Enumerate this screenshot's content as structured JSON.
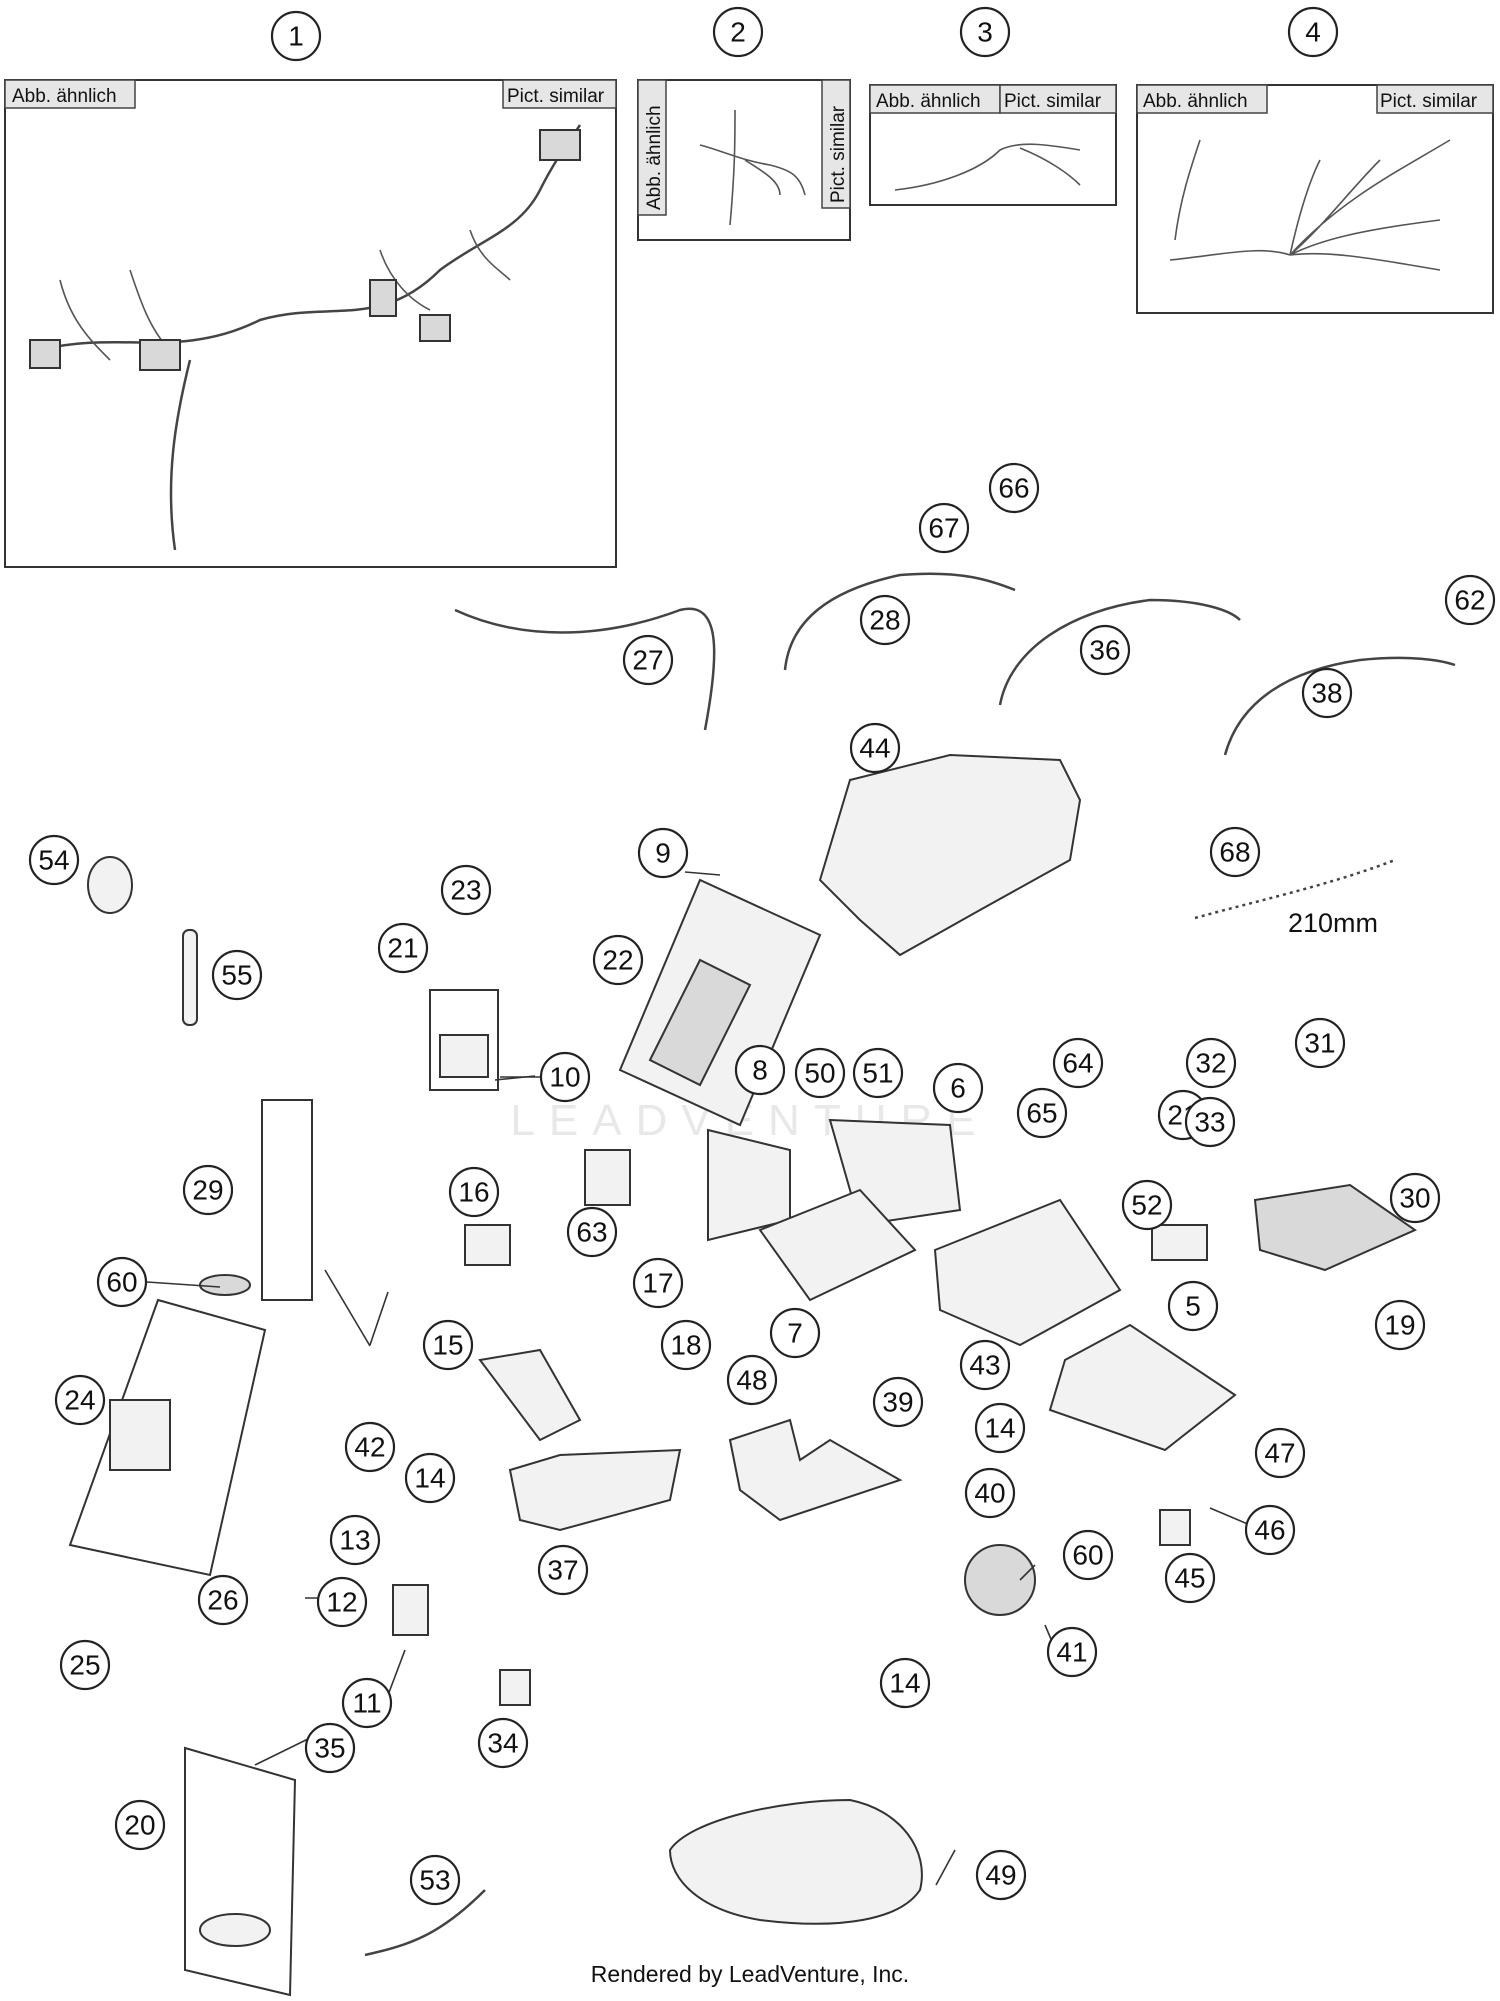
{
  "tags": {
    "abb_aehnlich": "Abb. ähnlich",
    "pict_similar": "Pict. similar"
  },
  "note_length": "210mm",
  "watermark": "LEADVENTURE",
  "footer": "Rendered by LeadVenture, Inc.",
  "callouts": [
    "1",
    "2",
    "3",
    "4",
    "5",
    "6",
    "7",
    "8",
    "9",
    "10",
    "11",
    "12",
    "13",
    "14",
    "14",
    "14",
    "15",
    "16",
    "17",
    "18",
    "19",
    "20",
    "21",
    "21",
    "22",
    "23",
    "24",
    "25",
    "26",
    "27",
    "28",
    "29",
    "30",
    "31",
    "32",
    "33",
    "34",
    "35",
    "36",
    "37",
    "38",
    "39",
    "40",
    "41",
    "42",
    "43",
    "44",
    "45",
    "46",
    "47",
    "48",
    "49",
    "50",
    "51",
    "52",
    "53",
    "54",
    "55",
    "60",
    "60",
    "62",
    "63",
    "64",
    "65",
    "66",
    "67",
    "68"
  ]
}
